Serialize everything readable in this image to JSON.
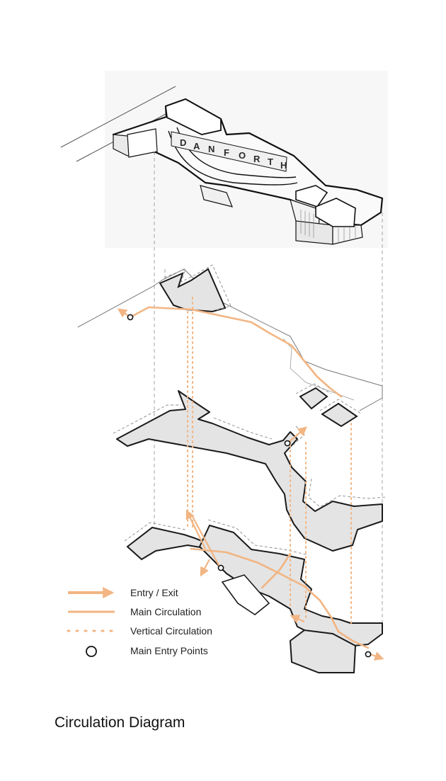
{
  "diagram": {
    "caption": "Circulation Diagram",
    "building_sign": [
      "D",
      "A",
      "N",
      "F",
      "O",
      "R",
      "T",
      "H"
    ],
    "legend": [
      {
        "key": "entry-exit",
        "label": "Entry / Exit"
      },
      {
        "key": "main-circulation",
        "label": "Main Circulation"
      },
      {
        "key": "vertical-circulation",
        "label": "Vertical Circulation"
      },
      {
        "key": "main-entry-points",
        "label": "Main Entry Points"
      }
    ],
    "colors": {
      "circulation": "#f2b583",
      "floor_fill": "#e4e4e4",
      "outline": "#1a1a1a",
      "dashed_guide": "#9a9a9a"
    }
  }
}
